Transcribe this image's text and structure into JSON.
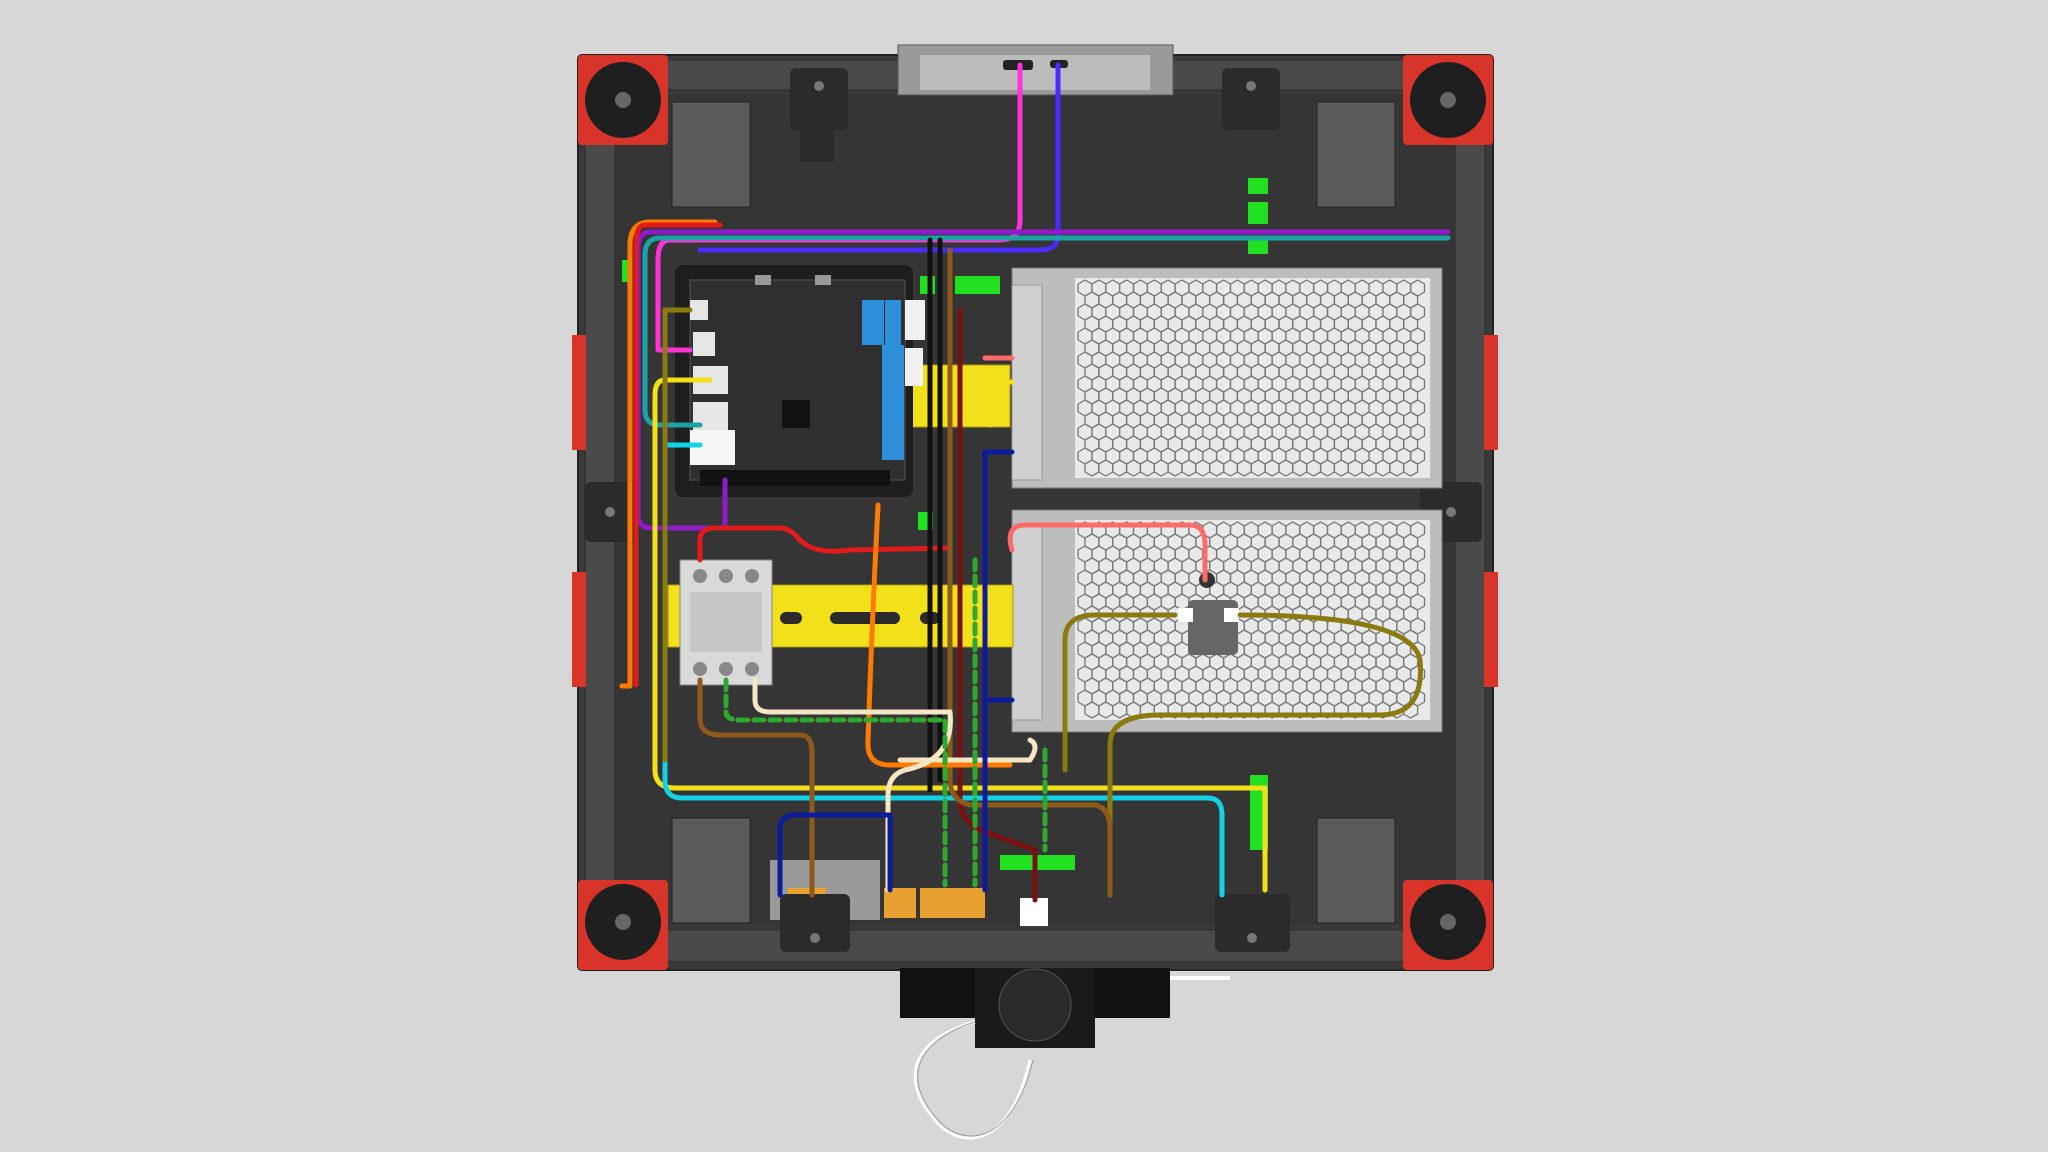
{
  "colors": {
    "background": "#d7d7d7",
    "frame": "#3a3a3a",
    "frame_dark": "#2b2b2b",
    "extrusion": "#4a4a4a",
    "corner_red": "#d8342a",
    "foot_black": "#1f1f1f",
    "psu_gray": "#bdbdbd",
    "psu_mesh": "#e9e9e9",
    "din_rail": "#f2e11a",
    "board_pcb": "#2f2f2f",
    "terminal_blue": "#2d8fd9",
    "clip_green": "#21e021",
    "ssr_white": "#d9d9d9"
  },
  "wires": [
    {
      "id": "usb-magenta",
      "color": "#ff33d6"
    },
    {
      "id": "usb-blue",
      "color": "#4b2cff"
    },
    {
      "id": "purple-bus",
      "color": "#8e1ac9"
    },
    {
      "id": "teal-bus",
      "color": "#1aa3a3"
    },
    {
      "id": "orange",
      "color": "#ff7a00"
    },
    {
      "id": "red",
      "color": "#e11a1a"
    },
    {
      "id": "yellow",
      "color": "#f3e01a"
    },
    {
      "id": "cyan",
      "color": "#12d2e6"
    },
    {
      "id": "olive",
      "color": "#8a7a10"
    },
    {
      "id": "brown",
      "color": "#8c5a1a"
    },
    {
      "id": "black",
      "color": "#111111"
    },
    {
      "id": "green-dashed",
      "color": "#2ea82e"
    },
    {
      "id": "cream",
      "color": "#f7e6c4"
    },
    {
      "id": "salmon",
      "color": "#ff6b6b"
    },
    {
      "id": "navy",
      "color": "#0d1a9c"
    },
    {
      "id": "dark-red",
      "color": "#7a1010"
    }
  ],
  "icons": {
    "corner_feet": [
      "corner-foot-icon",
      "corner-foot-icon",
      "corner-foot-icon",
      "corner-foot-icon"
    ],
    "fan": "fan-icon",
    "usb_port": "usb-port-icon"
  }
}
